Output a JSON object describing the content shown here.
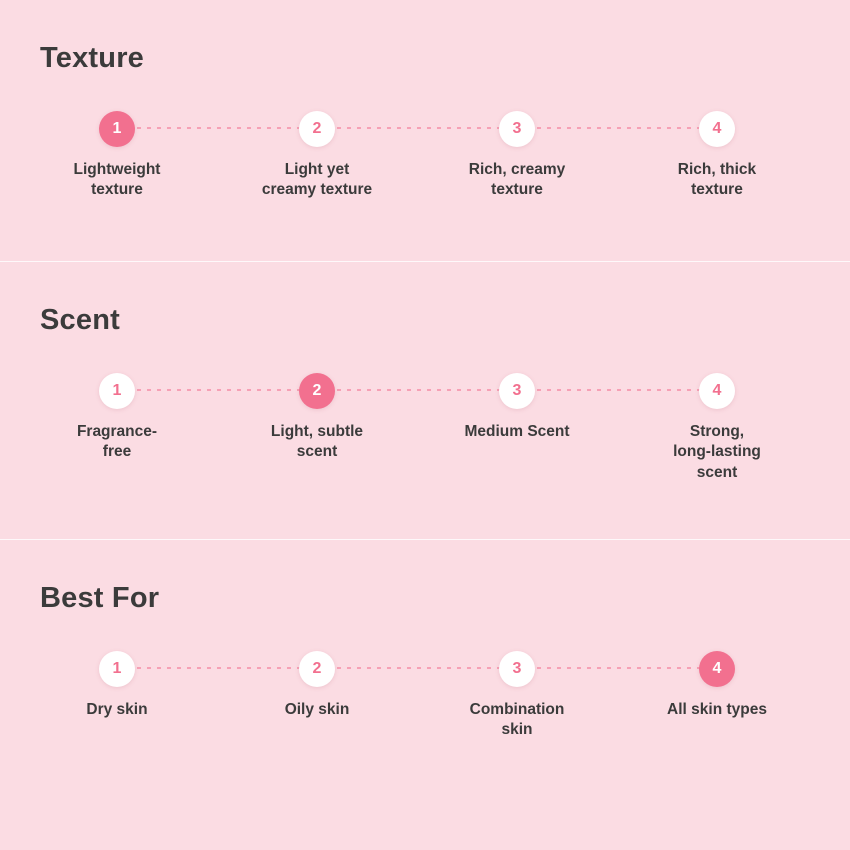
{
  "page": {
    "background_color": "#fbdce3",
    "accent_color": "#f2708f",
    "text_color": "#3b3b3b",
    "scale_min": 1,
    "scale_max": 4
  },
  "sections": [
    {
      "title": "Texture",
      "active_step": 1,
      "steps": [
        {
          "number": "1",
          "label": "Lightweight\ntexture"
        },
        {
          "number": "2",
          "label": "Light yet\ncreamy texture"
        },
        {
          "number": "3",
          "label": "Rich, creamy\ntexture"
        },
        {
          "number": "4",
          "label": "Rich, thick\ntexture"
        }
      ]
    },
    {
      "title": "Scent",
      "active_step": 2,
      "steps": [
        {
          "number": "1",
          "label": "Fragrance-\nfree"
        },
        {
          "number": "2",
          "label": "Light, subtle\nscent"
        },
        {
          "number": "3",
          "label": "Medium Scent"
        },
        {
          "number": "4",
          "label": "Strong,\nlong-lasting\nscent"
        }
      ]
    },
    {
      "title": "Best For",
      "active_step": 4,
      "steps": [
        {
          "number": "1",
          "label": "Dry skin"
        },
        {
          "number": "2",
          "label": "Oily skin"
        },
        {
          "number": "3",
          "label": "Combination\nskin"
        },
        {
          "number": "4",
          "label": "All skin types"
        }
      ]
    }
  ]
}
